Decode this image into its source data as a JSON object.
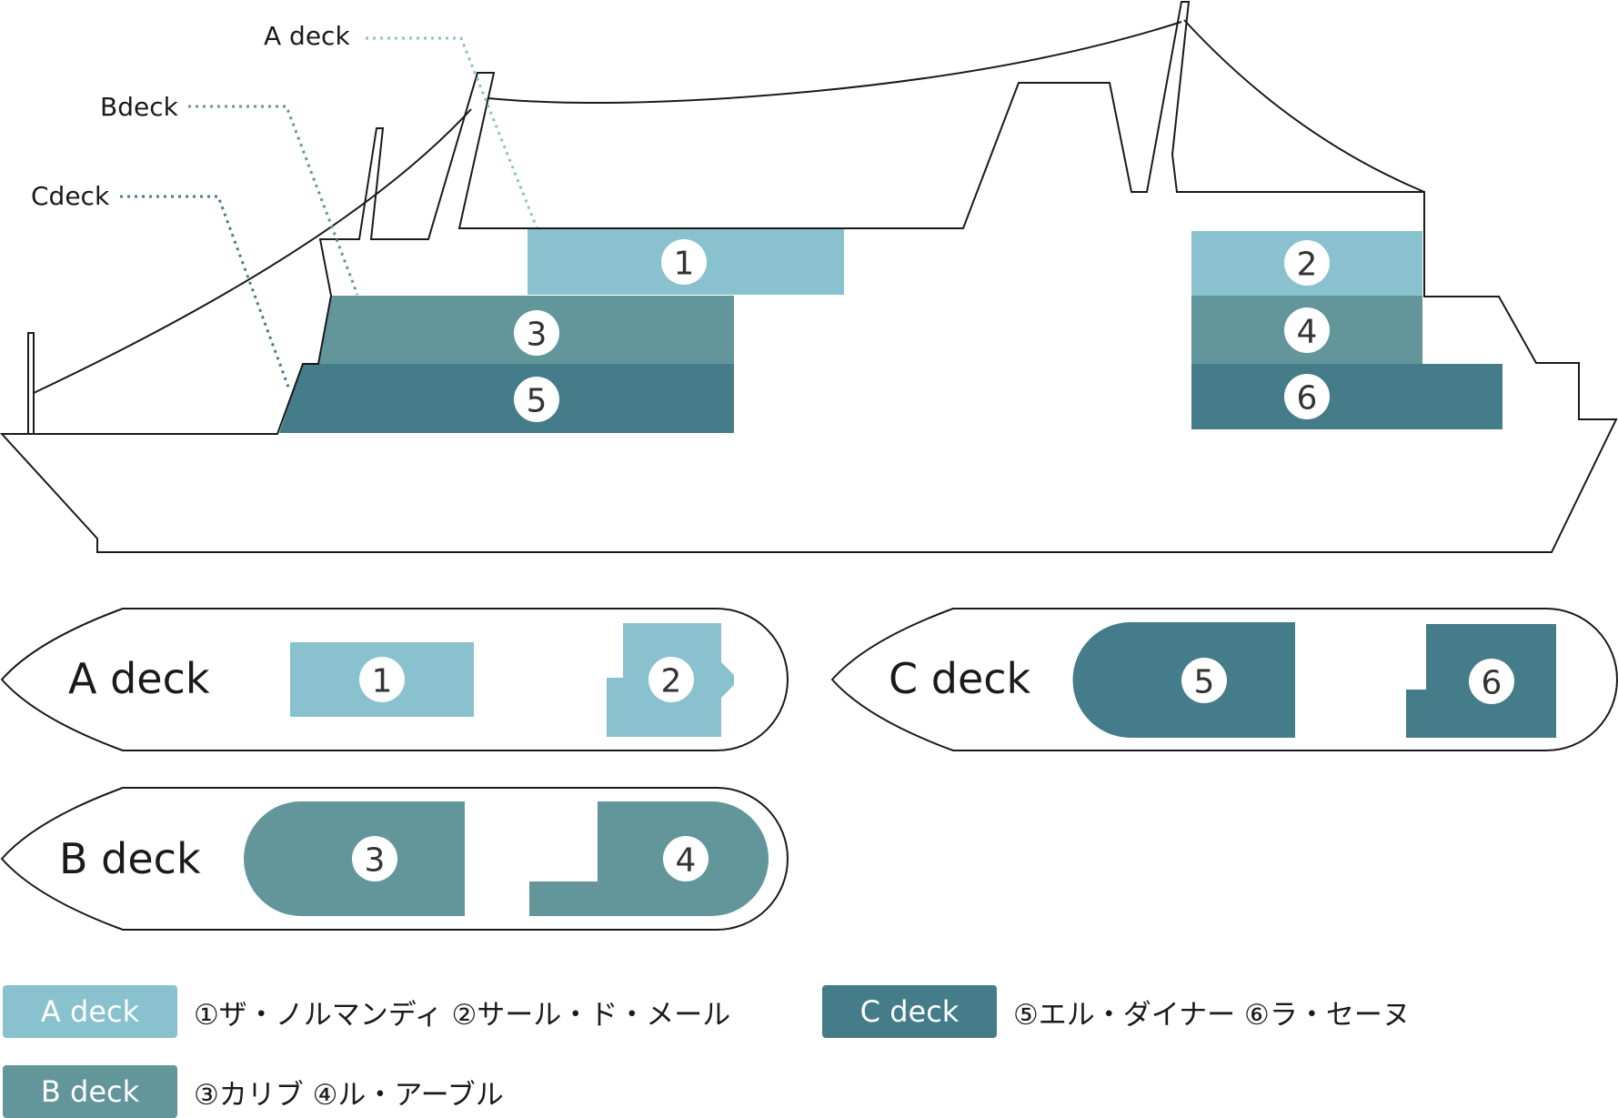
{
  "colors": {
    "a_deck": "#89c2ce",
    "b_deck": "#62969a",
    "c_deck": "#447c89",
    "outline": "#1a1a1a"
  },
  "callouts": {
    "a_deck": "A deck",
    "b_deck": "Bdeck",
    "c_deck": "Cdeck"
  },
  "side_view": {
    "rooms": [
      "1",
      "2",
      "3",
      "4",
      "5",
      "6"
    ]
  },
  "plans": {
    "a_deck": {
      "title": "A deck",
      "rooms": [
        "1",
        "2"
      ]
    },
    "b_deck": {
      "title": "B deck",
      "rooms": [
        "3",
        "4"
      ]
    },
    "c_deck": {
      "title": "C deck",
      "rooms": [
        "5",
        "6"
      ]
    }
  },
  "legend": {
    "a_deck": {
      "badge": "A deck",
      "text": "①ザ・ノルマンディ ②サール・ド・メール"
    },
    "b_deck": {
      "badge": "B deck",
      "text": "③カリブ ④ル・アーブル"
    },
    "c_deck": {
      "badge": "C deck",
      "text": "⑤エル・ダイナー ⑥ラ・セーヌ"
    }
  }
}
